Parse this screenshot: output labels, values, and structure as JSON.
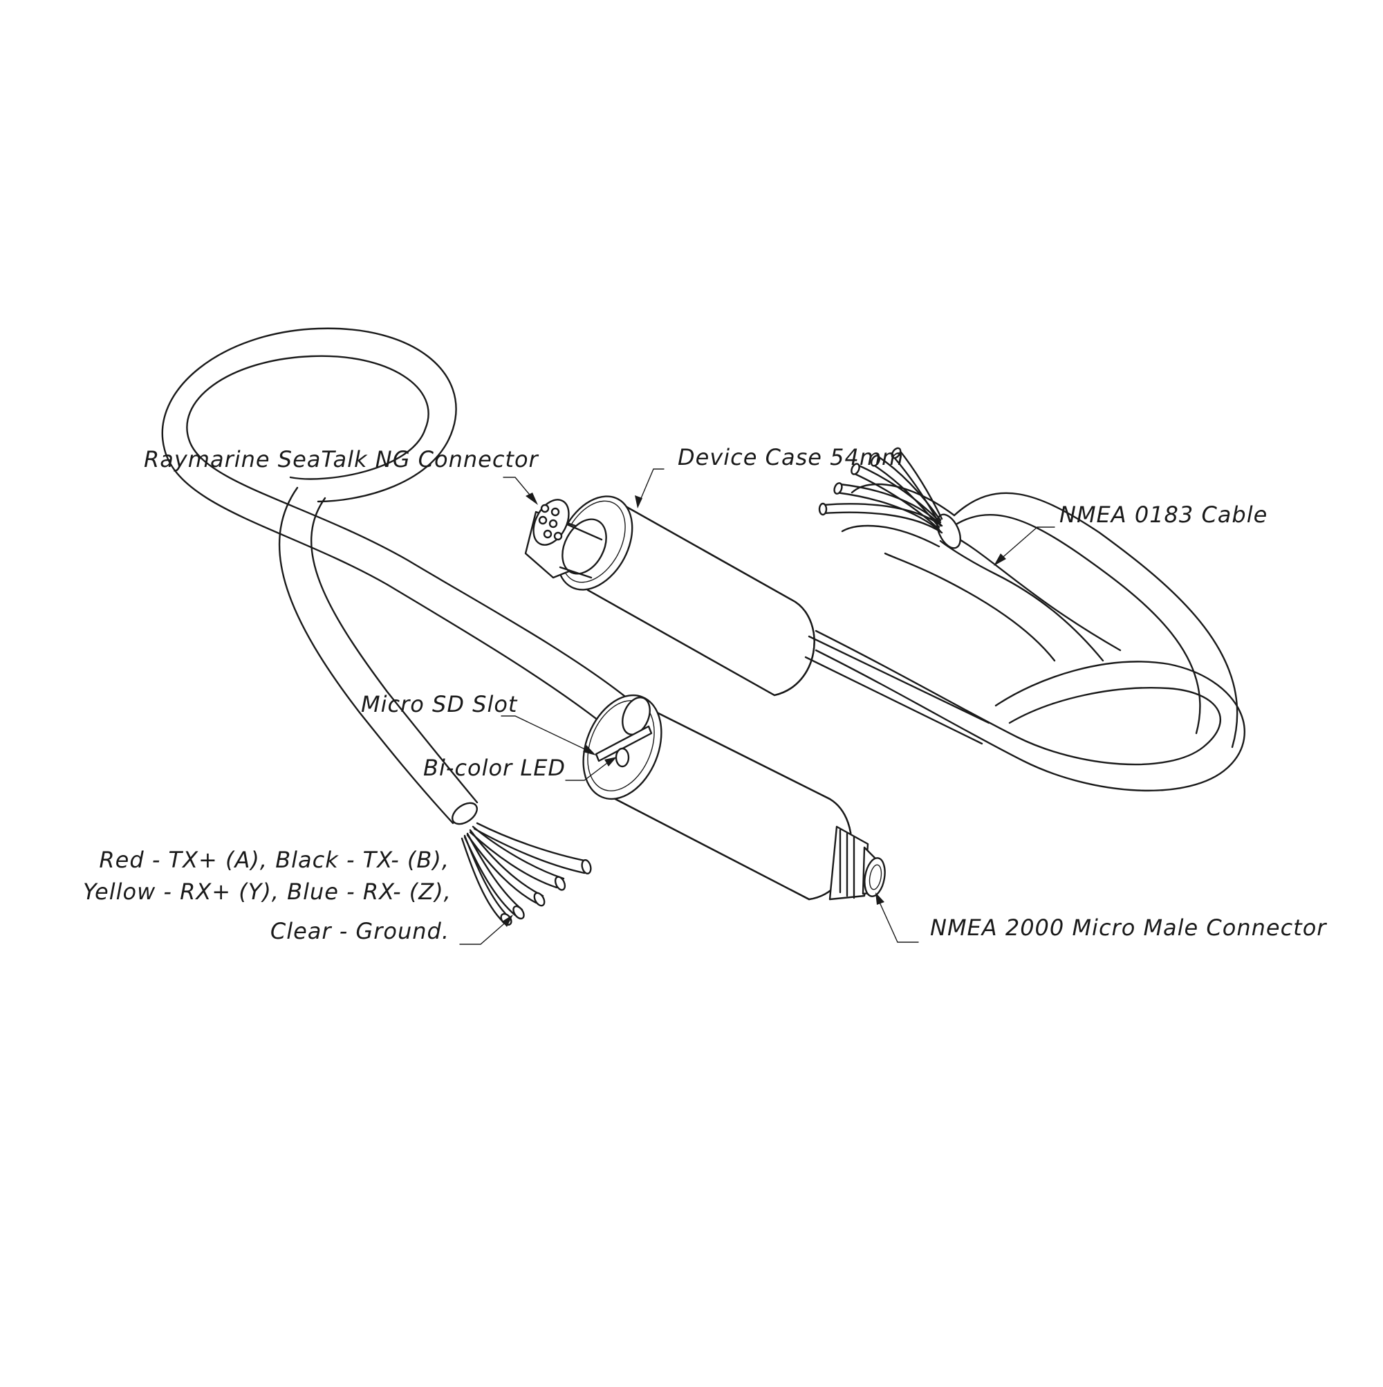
{
  "labels": {
    "seatalk_connector": "Raymarine SeaTalk NG Connector",
    "device_case": "Device Case 54mm",
    "nmea0183_cable": "NMEA 0183 Cable",
    "micro_sd_slot": "Micro SD Slot",
    "bicolor_led": "Bi-color LED",
    "wiring_line1": "Red - TX+ (A), Black - TX- (B),",
    "wiring_line2": "Yellow - RX+ (Y), Blue - RX- (Z),",
    "wiring_line3": "Clear - Ground.",
    "nmea2000_connector": "NMEA 2000 Micro Male Connector"
  },
  "colors": {
    "line": "#1a1a1a",
    "background": "#ffffff"
  }
}
